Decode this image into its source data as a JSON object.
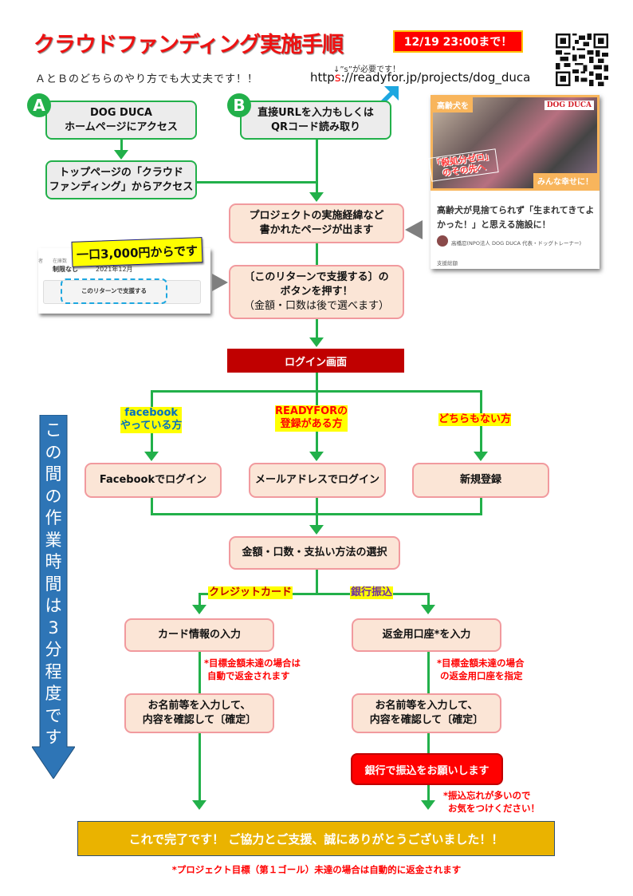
{
  "header": {
    "title": "クラウドファンディング実施手順",
    "deadline": "12/19 23:00まで！",
    "subtitle": "ＡとＢのどちらのやり方でも大丈夫です！！",
    "url_note": "↓”s”が必要です！",
    "url_prefix": "http",
    "url_s": "s",
    "url_rest": "://readyfor.jp/projects/dog_duca",
    "qr_icon": "qr-code-icon"
  },
  "route_a": {
    "badge": "A",
    "step1_line1": "DOG DUCA",
    "step1_line2": "ホームページにアクセス",
    "step2_line1": "トップページの「クラウド",
    "step2_line2": "ファンディング」からアクセス"
  },
  "route_b": {
    "badge": "B",
    "step1_line1": "直接URLを入力もしくは",
    "step1_line2": "QRコード読み取り"
  },
  "project_card": {
    "tag_top": "高齢犬を",
    "logo": "DOG DUCA",
    "slogan_line1": "「殺処分ゼロ」",
    "slogan_line2": "のその先へ",
    "tag_bottom": "みんな幸せに！",
    "title": "高齢犬が見捨てられず「生まれてきてよかった！」と思える施設に！",
    "author": "高橋忍(NPO法人 DOG DUCA 代表・ドッグトレーナー)",
    "footer": "支援総額"
  },
  "return_snippet": {
    "label1": "者",
    "label2": "在庫数",
    "value1": "制限なし",
    "value2": "2021年12月",
    "button": "このリターンで支援する",
    "price_tag": "一口3,000円からです"
  },
  "steps": {
    "project_page_line1": "プロジェクトの実施経緯など",
    "project_page_line2": "書かれたページが出ます",
    "press_button_line1": "〔このリターンで支援する〕の",
    "press_button_line2": "ボタンを押す！",
    "press_button_line3": "（金額・口数は後で選べます）",
    "login_screen": "ログイン画面"
  },
  "login_options": [
    {
      "condition_line1": "facebook",
      "condition_line2": "やっている方",
      "action": "Facebookでログイン",
      "color": "#0070c0"
    },
    {
      "condition_line1": "READYFORの",
      "condition_line2": "登録がある方",
      "action": "メールアドレスでログイン",
      "color": "#ff0000"
    },
    {
      "condition_line1": "どちらもない方",
      "condition_line2": "",
      "action": "新規登録",
      "color": "#ff0000"
    }
  ],
  "payment": {
    "select_step": "金額・口数・支払い方法の選択",
    "credit": {
      "label": "クレジットカード",
      "label_color": "#c00000",
      "step1": "カード情報の入力",
      "note_line1": "*目標金額未達の場合は",
      "note_line2": "自動で返金されます",
      "step2_line1": "お名前等を入力して、",
      "step2_line2": "内容を確認して〔確定〕"
    },
    "bank": {
      "label": "銀行振込",
      "label_color": "#7030a0",
      "step1": "返金用口座*を入力",
      "note_line1": "*目標金額未達の場合",
      "note_line2": "の返金用口座を指定",
      "step2_line1": "お名前等を入力して、",
      "step2_line2": "内容を確認して〔確定〕",
      "step3": "銀行で振込をお願いします",
      "note2_line1": "*振込忘れが多いので",
      "note2_line2": "お気をつけください！"
    }
  },
  "side_arrow": {
    "text": [
      "こ",
      "の",
      "間",
      "の",
      "作",
      "業",
      "時",
      "間",
      "は",
      "3",
      "分",
      "程",
      "度",
      "で",
      "す"
    ]
  },
  "footer": {
    "complete": "これで完了です！ ご協力とご支援、誠にありがとうございました！！",
    "note": "*プロジェクト目標（第１ゴール）未達の場合は自動的に返金されます"
  },
  "colors": {
    "flow_green": "#22b04a",
    "title_red": "#ee1111",
    "login_bar": "#c00000",
    "final_bar": "#eab300",
    "side_arrow": "#2e75b6"
  }
}
